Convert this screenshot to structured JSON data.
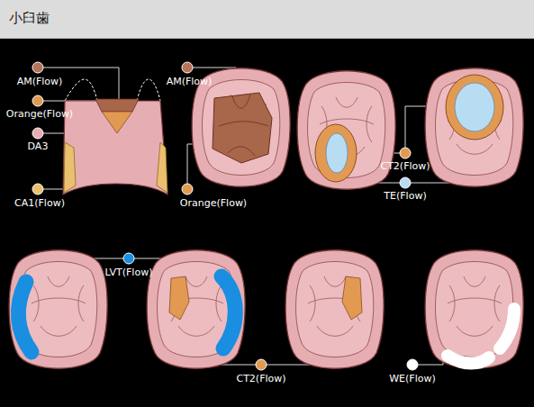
{
  "diagram": {
    "title": "小臼歯",
    "labels": [
      "AM(Flow)",
      "Orange(Flow)",
      "DA3",
      "CA1(Flow)",
      "AM(Flow)",
      "Orange(Flow)",
      "CT2(Flow)",
      "TE(Flow)",
      "LVT(Flow)",
      "CT2(Flow)",
      "WE(Flow)"
    ]
  }
}
